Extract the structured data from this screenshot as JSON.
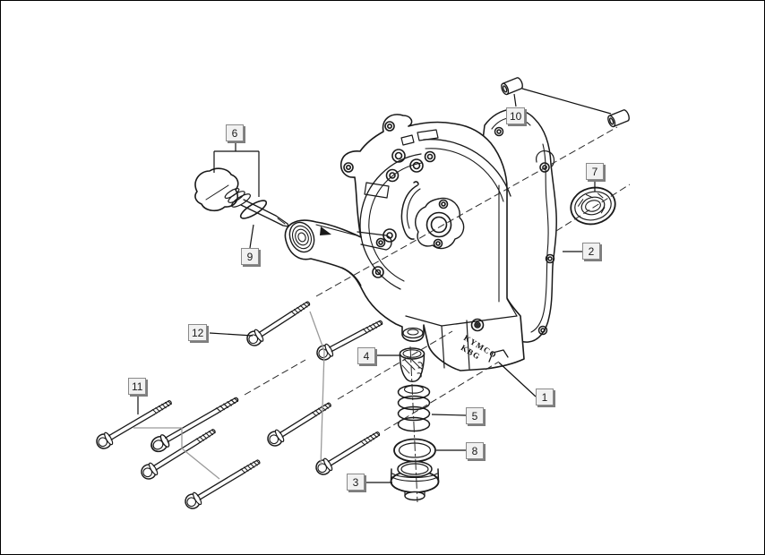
{
  "diagram": {
    "brand": {
      "line1": "KYMCO",
      "line2": "KBG"
    },
    "labels": [
      {
        "num": "1"
      },
      {
        "num": "2"
      },
      {
        "num": "3"
      },
      {
        "num": "4"
      },
      {
        "num": "5"
      },
      {
        "num": "6"
      },
      {
        "num": "7"
      },
      {
        "num": "8"
      },
      {
        "num": "9"
      },
      {
        "num": "10"
      },
      {
        "num": "11"
      },
      {
        "num": "12"
      }
    ]
  }
}
